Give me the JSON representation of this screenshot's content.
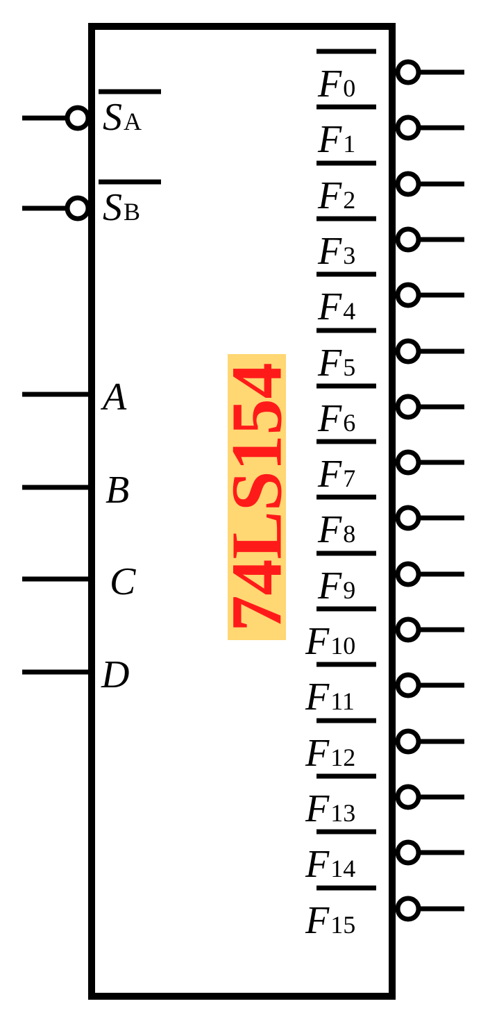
{
  "chip": {
    "name": "74LS154",
    "name_color": "#ff1a1a",
    "highlight_color": "#ffd773"
  },
  "colors": {
    "stroke": "#000000",
    "background": "#ffffff"
  },
  "enable_inputs": [
    {
      "main": "S",
      "sub": "A",
      "active_low": true
    },
    {
      "main": "S",
      "sub": "B",
      "active_low": true
    }
  ],
  "address_inputs": [
    {
      "main": "A"
    },
    {
      "main": "B"
    },
    {
      "main": "C"
    },
    {
      "main": "D"
    }
  ],
  "outputs": [
    {
      "main": "F",
      "sub": "0",
      "active_low": true
    },
    {
      "main": "F",
      "sub": "1",
      "active_low": true
    },
    {
      "main": "F",
      "sub": "2",
      "active_low": true
    },
    {
      "main": "F",
      "sub": "3",
      "active_low": true
    },
    {
      "main": "F",
      "sub": "4",
      "active_low": true
    },
    {
      "main": "F",
      "sub": "5",
      "active_low": true
    },
    {
      "main": "F",
      "sub": "6",
      "active_low": true
    },
    {
      "main": "F",
      "sub": "7",
      "active_low": true
    },
    {
      "main": "F",
      "sub": "8",
      "active_low": true
    },
    {
      "main": "F",
      "sub": "9",
      "active_low": true
    },
    {
      "main": "F",
      "sub": "10",
      "active_low": true
    },
    {
      "main": "F",
      "sub": "11",
      "active_low": true
    },
    {
      "main": "F",
      "sub": "12",
      "active_low": true
    },
    {
      "main": "F",
      "sub": "13",
      "active_low": true
    },
    {
      "main": "F",
      "sub": "14",
      "active_low": true
    },
    {
      "main": "F",
      "sub": "15",
      "active_low": true
    }
  ]
}
